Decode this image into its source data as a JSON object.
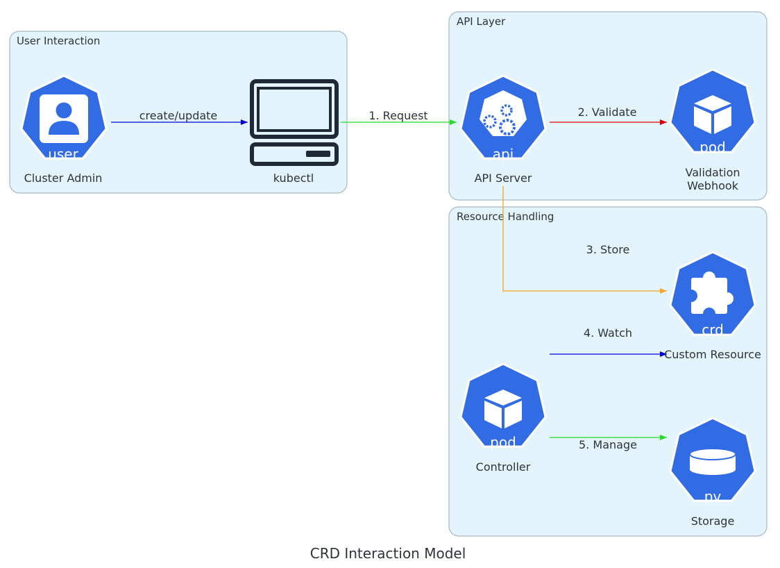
{
  "title": "CRD Interaction Model",
  "colors": {
    "k8s_blue": "#326ce5",
    "cluster_fill": "#e3f4fc",
    "cluster_border": "#a9b8c4",
    "text": "#2d3436",
    "edge_blue": "#0000dd",
    "edge_green": "#22dd22",
    "edge_red": "#dd0000",
    "edge_orange": "#f5a623"
  },
  "clusters": {
    "user_interaction": "User Interaction",
    "api_layer": "API Layer",
    "resource_handling": "Resource Handling"
  },
  "nodes": {
    "cluster_admin": {
      "label": "Cluster Admin",
      "icon_text": "user",
      "icon": "user-icon"
    },
    "kubectl": {
      "label": "kubectl",
      "icon": "laptop-icon"
    },
    "api_server": {
      "label": "API Server",
      "icon_text": "api",
      "icon": "gears-icon"
    },
    "validation_webhook": {
      "label_line1": "Validation",
      "label_line2": "Webhook",
      "icon_text": "pod",
      "icon": "cube-icon"
    },
    "custom_resource": {
      "label": "Custom Resource",
      "icon_text": "crd",
      "icon": "puzzle-icon"
    },
    "controller": {
      "label": "Controller",
      "icon_text": "pod",
      "icon": "cube-icon"
    },
    "storage": {
      "label": "Storage",
      "icon_text": "pv",
      "icon": "cylinder-icon"
    }
  },
  "edges": {
    "create_update": "create/update",
    "request": "1. Request",
    "validate": "2. Validate",
    "store": "3. Store",
    "watch": "4. Watch",
    "manage": "5. Manage"
  }
}
